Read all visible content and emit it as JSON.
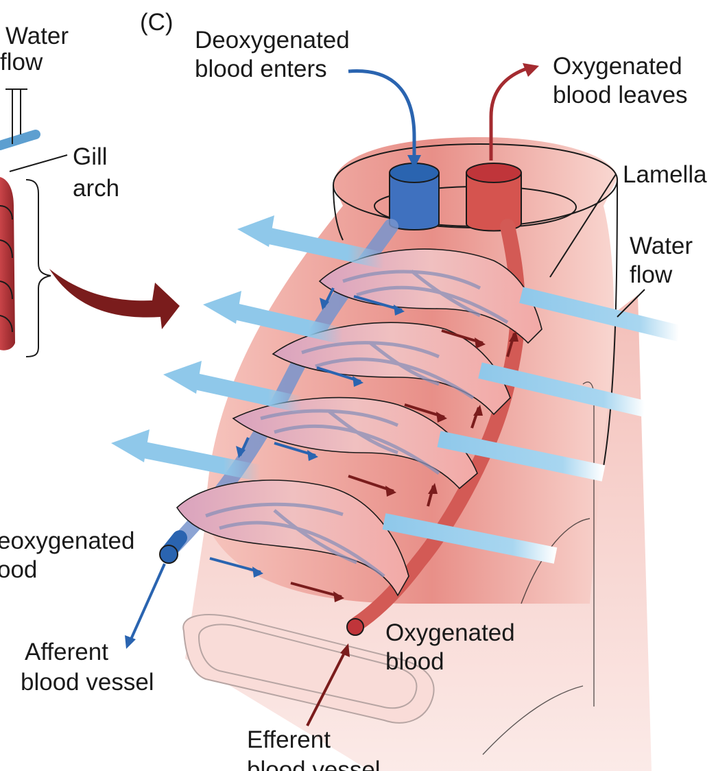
{
  "panel_label": "(C)",
  "labels": {
    "water_flow_left": [
      "Water",
      "flow"
    ],
    "gill_arch": [
      "Gill",
      "arch"
    ],
    "deoxygenated_enters": [
      "Deoxygenated",
      "blood enters"
    ],
    "oxygenated_leaves": [
      "Oxygenated",
      "blood leaves"
    ],
    "lamella": "Lamella",
    "water_flow_right": [
      "Water",
      "flow"
    ],
    "deoxygenated_blood": [
      "eoxygenated",
      "ood"
    ],
    "afferent": [
      "Afferent",
      "blood vessel"
    ],
    "oxygenated_blood": [
      "Oxygenated",
      "blood"
    ],
    "efferent": [
      "Efferent",
      "blood vessel"
    ]
  },
  "colors": {
    "water": "#8fc8ea",
    "deoxygenated": "#2a64b0",
    "oxygenated": "#c0353a",
    "filament": "#f0aaa3",
    "arch": "#b03a3e",
    "arrow_dark": "#7a1c1c",
    "outline": "#1a1a1a"
  }
}
